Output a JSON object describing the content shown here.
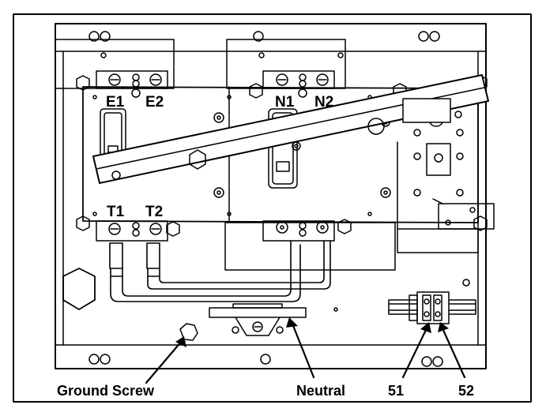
{
  "diagram": {
    "terminals": {
      "e1": "E1",
      "e2": "E2",
      "n1": "N1",
      "n2": "N2",
      "t1": "T1",
      "t2": "T2"
    },
    "callouts": {
      "ground_screw": "Ground Screw",
      "neutral": "Neutral",
      "terminal_51": "51",
      "terminal_52": "52"
    }
  }
}
